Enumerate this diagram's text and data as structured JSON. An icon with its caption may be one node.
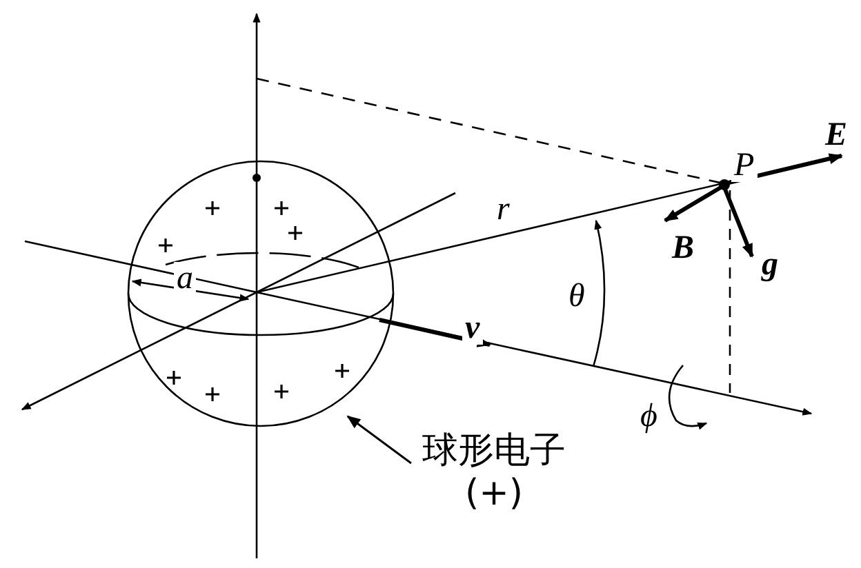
{
  "diagram": {
    "nodes": [
      {
        "text": [],
        "shape": "circle"
      },
      {
        "text": [
          "球形电子",
          "(+)"
        ]
      }
    ],
    "edges": [
      {
        "from": 1,
        "to": 0,
        "arrow": "to"
      }
    ],
    "labels": [
      "P",
      "E",
      "B",
      "g",
      "r",
      "θ",
      "a",
      "v",
      "ϕ"
    ]
  }
}
